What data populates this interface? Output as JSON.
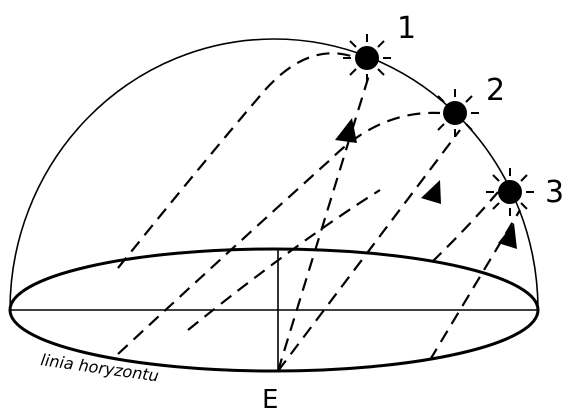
{
  "diagram": {
    "sun_positions": [
      {
        "label": "1",
        "icon": "sun-icon"
      },
      {
        "label": "2",
        "icon": "sun-icon"
      },
      {
        "label": "3",
        "icon": "sun-icon"
      }
    ],
    "point_label": "E",
    "horizon_label": "linia horyzontu",
    "colors": {
      "stroke": "#000000",
      "background": "#ffffff"
    }
  }
}
